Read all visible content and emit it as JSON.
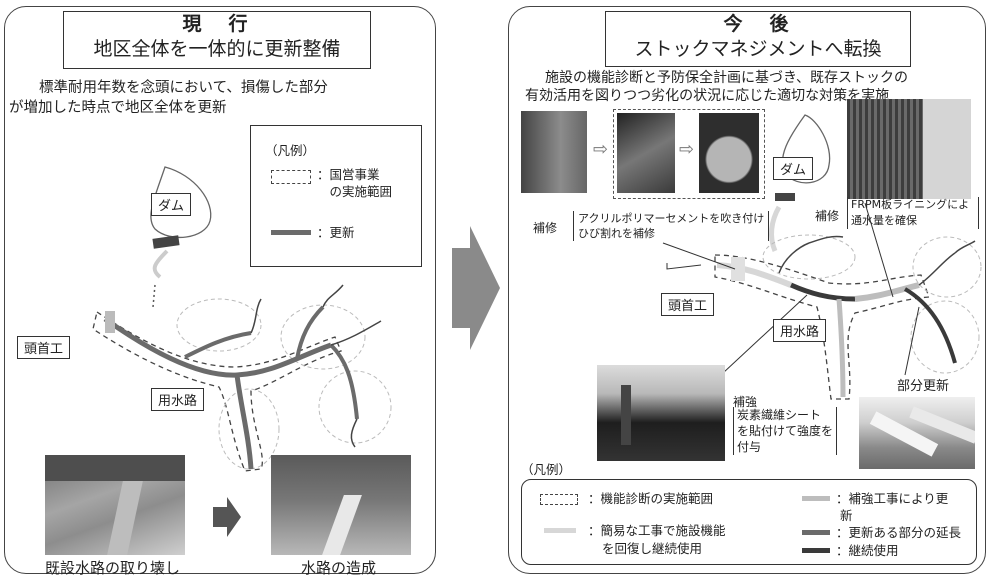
{
  "left": {
    "title_line1": "現　行",
    "title_line2": "地区全体を一体的に更新整備",
    "desc_line1": "標準耐用年数を念頭において、損傷した部分",
    "desc_line2": "が増加した時点で地区全体を更新",
    "legend_title": "（凡例）",
    "legend_dashed_line1": "：国営事業",
    "legend_dashed_line2": "　の実施範囲",
    "legend_solid": "：更新",
    "label_dam": "ダム",
    "label_headworks": "頭首工",
    "label_channel": "用水路",
    "caption_demolish": "既設水路の取り壊し",
    "caption_build": "水路の造成"
  },
  "right": {
    "title_line1": "今　後",
    "title_line2": "ストックマネジメントへ転換",
    "desc_line1": "施設の機能診断と予防保全計画に基づき、既存ストックの",
    "desc_line2": "有効活用を図りつつ劣化の状況に応じた適切な対策を実施",
    "label_dam": "ダム",
    "label_headworks": "頭首工",
    "label_channel": "用水路",
    "repair_label": "補修",
    "repair_note_line1": "アクリルポリマーセメントを吹き付け",
    "repair_note_line2": "ひび割れを補修",
    "repair2_label": "補修",
    "repair2_note_line1": "FRPM板ライニングによ",
    "repair2_note_line2": "通水量を確保",
    "reinforce_label": "補強",
    "reinforce_note_line1": "炭素繊維シート",
    "reinforce_note_line2": "を貼付けて強度を",
    "reinforce_note_line3": "付与",
    "partial_update": "部分更新",
    "legend_title": "（凡例）",
    "legend_items": [
      "：機能診断の実施範囲",
      "：補強工事により更",
      "新",
      "：簡易な工事で施設機能",
      "を回復し継続使用",
      "：更新ある部分の延長",
      "：継続使用"
    ]
  },
  "arrow_symbol": "⇨",
  "colors": {
    "update": "#6b6b6b",
    "reinforce": "#bdbdbd",
    "simple": "#d7d7d7",
    "continue": "#3a3a3a",
    "arrow": "#8a8a8a"
  }
}
